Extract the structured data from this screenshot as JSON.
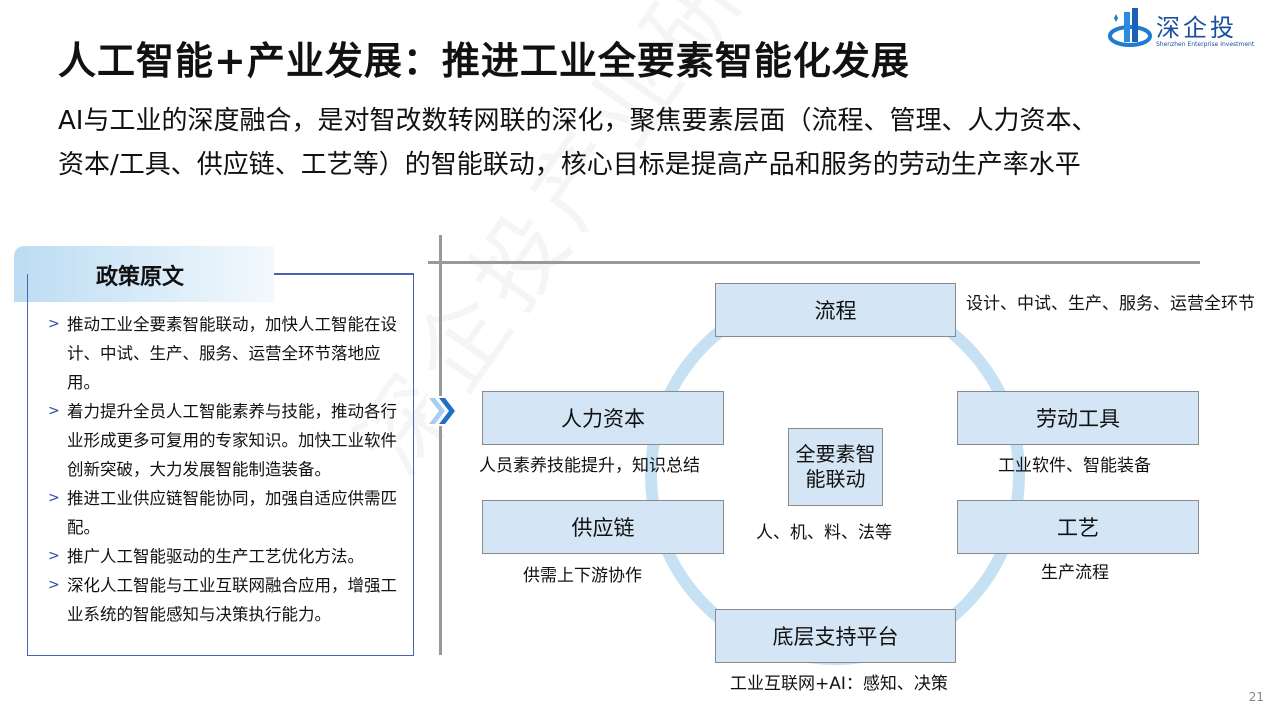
{
  "logo": {
    "name": "深企投",
    "subtitle": "Shenzhen Enterprise Investment"
  },
  "title": "人工智能+产业发展：推进工业全要素智能化发展",
  "subtitle_lines": [
    "AI与工业的深度融合，是对智改数转网联的深化，聚焦要素层面（流程、管理、人力资本、",
    "资本/工具、供应链、工艺等）的智能联动，核心目标是提高产品和服务的劳动生产率水平"
  ],
  "policy": {
    "heading": "政策原文",
    "items": [
      "推动工业全要素智能联动，加快人工智能在设计、中试、生产、服务、运营全环节落地应用。",
      "着力提升全员人工智能素养与技能，推动各行业形成更多可复用的专家知识。加快工业软件创新突破，大力发展智能制造装备。",
      "推进工业供应链智能协同，加强自适应供需匹配。",
      "推广人工智能驱动的生产工艺优化方法。",
      "深化人工智能与工业互联网融合应用，增强工业系统的智能感知与决策执行能力。"
    ]
  },
  "diagram": {
    "center": {
      "label": "全要素智能联动",
      "caption": "人、机、料、法等"
    },
    "process": {
      "label": "流程",
      "caption": "设计、中试、生产、服务、运营全环节"
    },
    "human": {
      "label": "人力资本",
      "caption": "人员素养技能提升，知识总结"
    },
    "tools": {
      "label": "劳动工具",
      "caption": "工业软件、智能装备"
    },
    "supply": {
      "label": "供应链",
      "caption": "供需上下游协作"
    },
    "craft": {
      "label": "工艺",
      "caption": "生产流程"
    },
    "platform": {
      "label": "底层支持平台",
      "caption": "工业互联网+AI：感知、决策"
    }
  },
  "watermark": "深企投产业研究院",
  "page_number": "21"
}
